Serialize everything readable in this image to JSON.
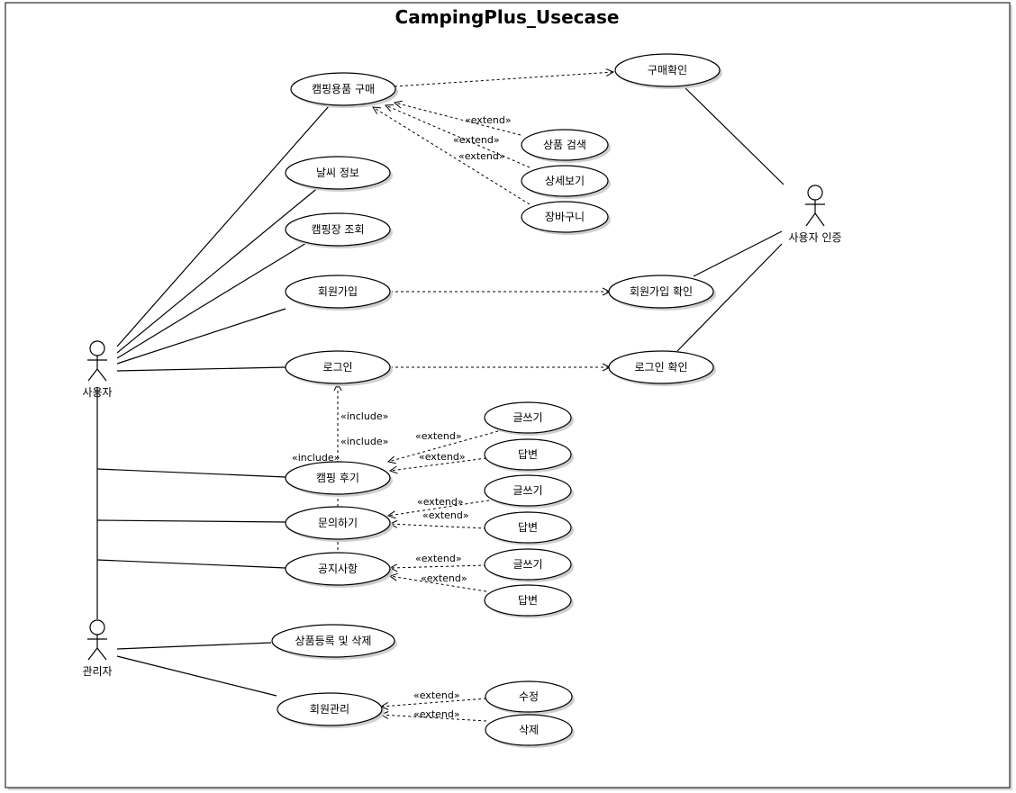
{
  "title": "CampingPlus_Usecase",
  "actors": {
    "user": "사용자",
    "admin": "관리자",
    "auth": "사용자 인증"
  },
  "usecases": {
    "purchase": "캠핑용품 구매",
    "weather": "날씨 정보",
    "campsite": "캠핑장 조회",
    "signup": "회원가입",
    "login": "로그인",
    "review": "캠핑 후기",
    "inquiry": "문의하기",
    "notice": "공지사항",
    "product_reg": "상품등록 및 삭제",
    "member_mgmt": "회원관리",
    "confirm_purchase": "구매확인",
    "search": "상품 검색",
    "detail": "상세보기",
    "cart": "장바구니",
    "confirm_signup": "회원가입 확인",
    "confirm_login": "로그인 확인",
    "review_write": "글쓰기",
    "review_answer": "답변",
    "inquiry_write": "글쓰기",
    "inquiry_answer": "답변",
    "notice_write": "글쓰기",
    "notice_answer": "답변",
    "edit": "수정",
    "delete": "삭제"
  },
  "stereotypes": {
    "extend": "«extend»",
    "include": "«include»"
  }
}
